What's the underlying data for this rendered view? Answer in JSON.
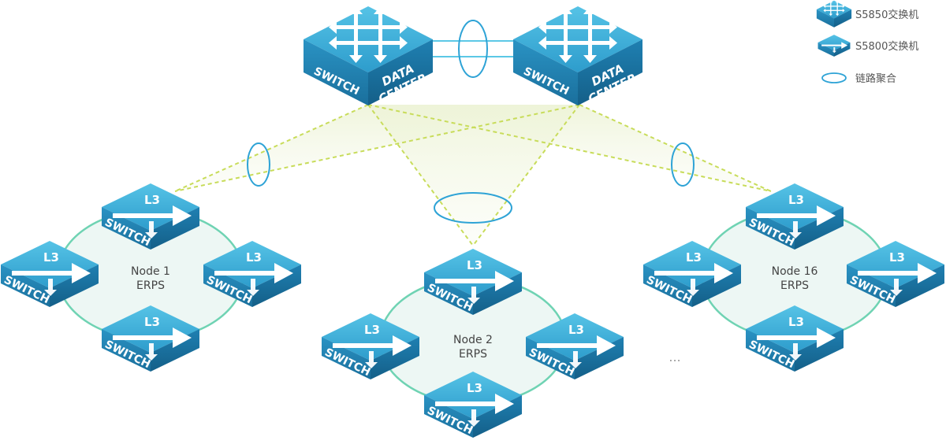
{
  "legend": {
    "items": [
      {
        "icon": "core-switch-icon",
        "label": "S5850交换机"
      },
      {
        "icon": "l3-switch-icon",
        "label": "S5800交换机"
      },
      {
        "icon": "link-aggregation-icon",
        "label": "链路聚合"
      }
    ]
  },
  "core": {
    "switch_label": "SWITCH",
    "dc_line1": "DATA",
    "dc_line2": "CENTER"
  },
  "device": {
    "l3_label": "L3",
    "switch_label": "SWITCH"
  },
  "nodes": [
    {
      "name": "Node 1",
      "protocol": "ERPS"
    },
    {
      "name": "Node 2",
      "protocol": "ERPS"
    },
    {
      "name": "Node 16",
      "protocol": "ERPS"
    }
  ],
  "ellipsis": "...",
  "colors": {
    "switch_top": "#3fb0d8",
    "switch_side": "#1d7fae",
    "ring": "#6fd3b3",
    "ring_fill": "#e9f5f1",
    "link": "#c8dc5a",
    "aggregation": "#2ea3d6"
  }
}
